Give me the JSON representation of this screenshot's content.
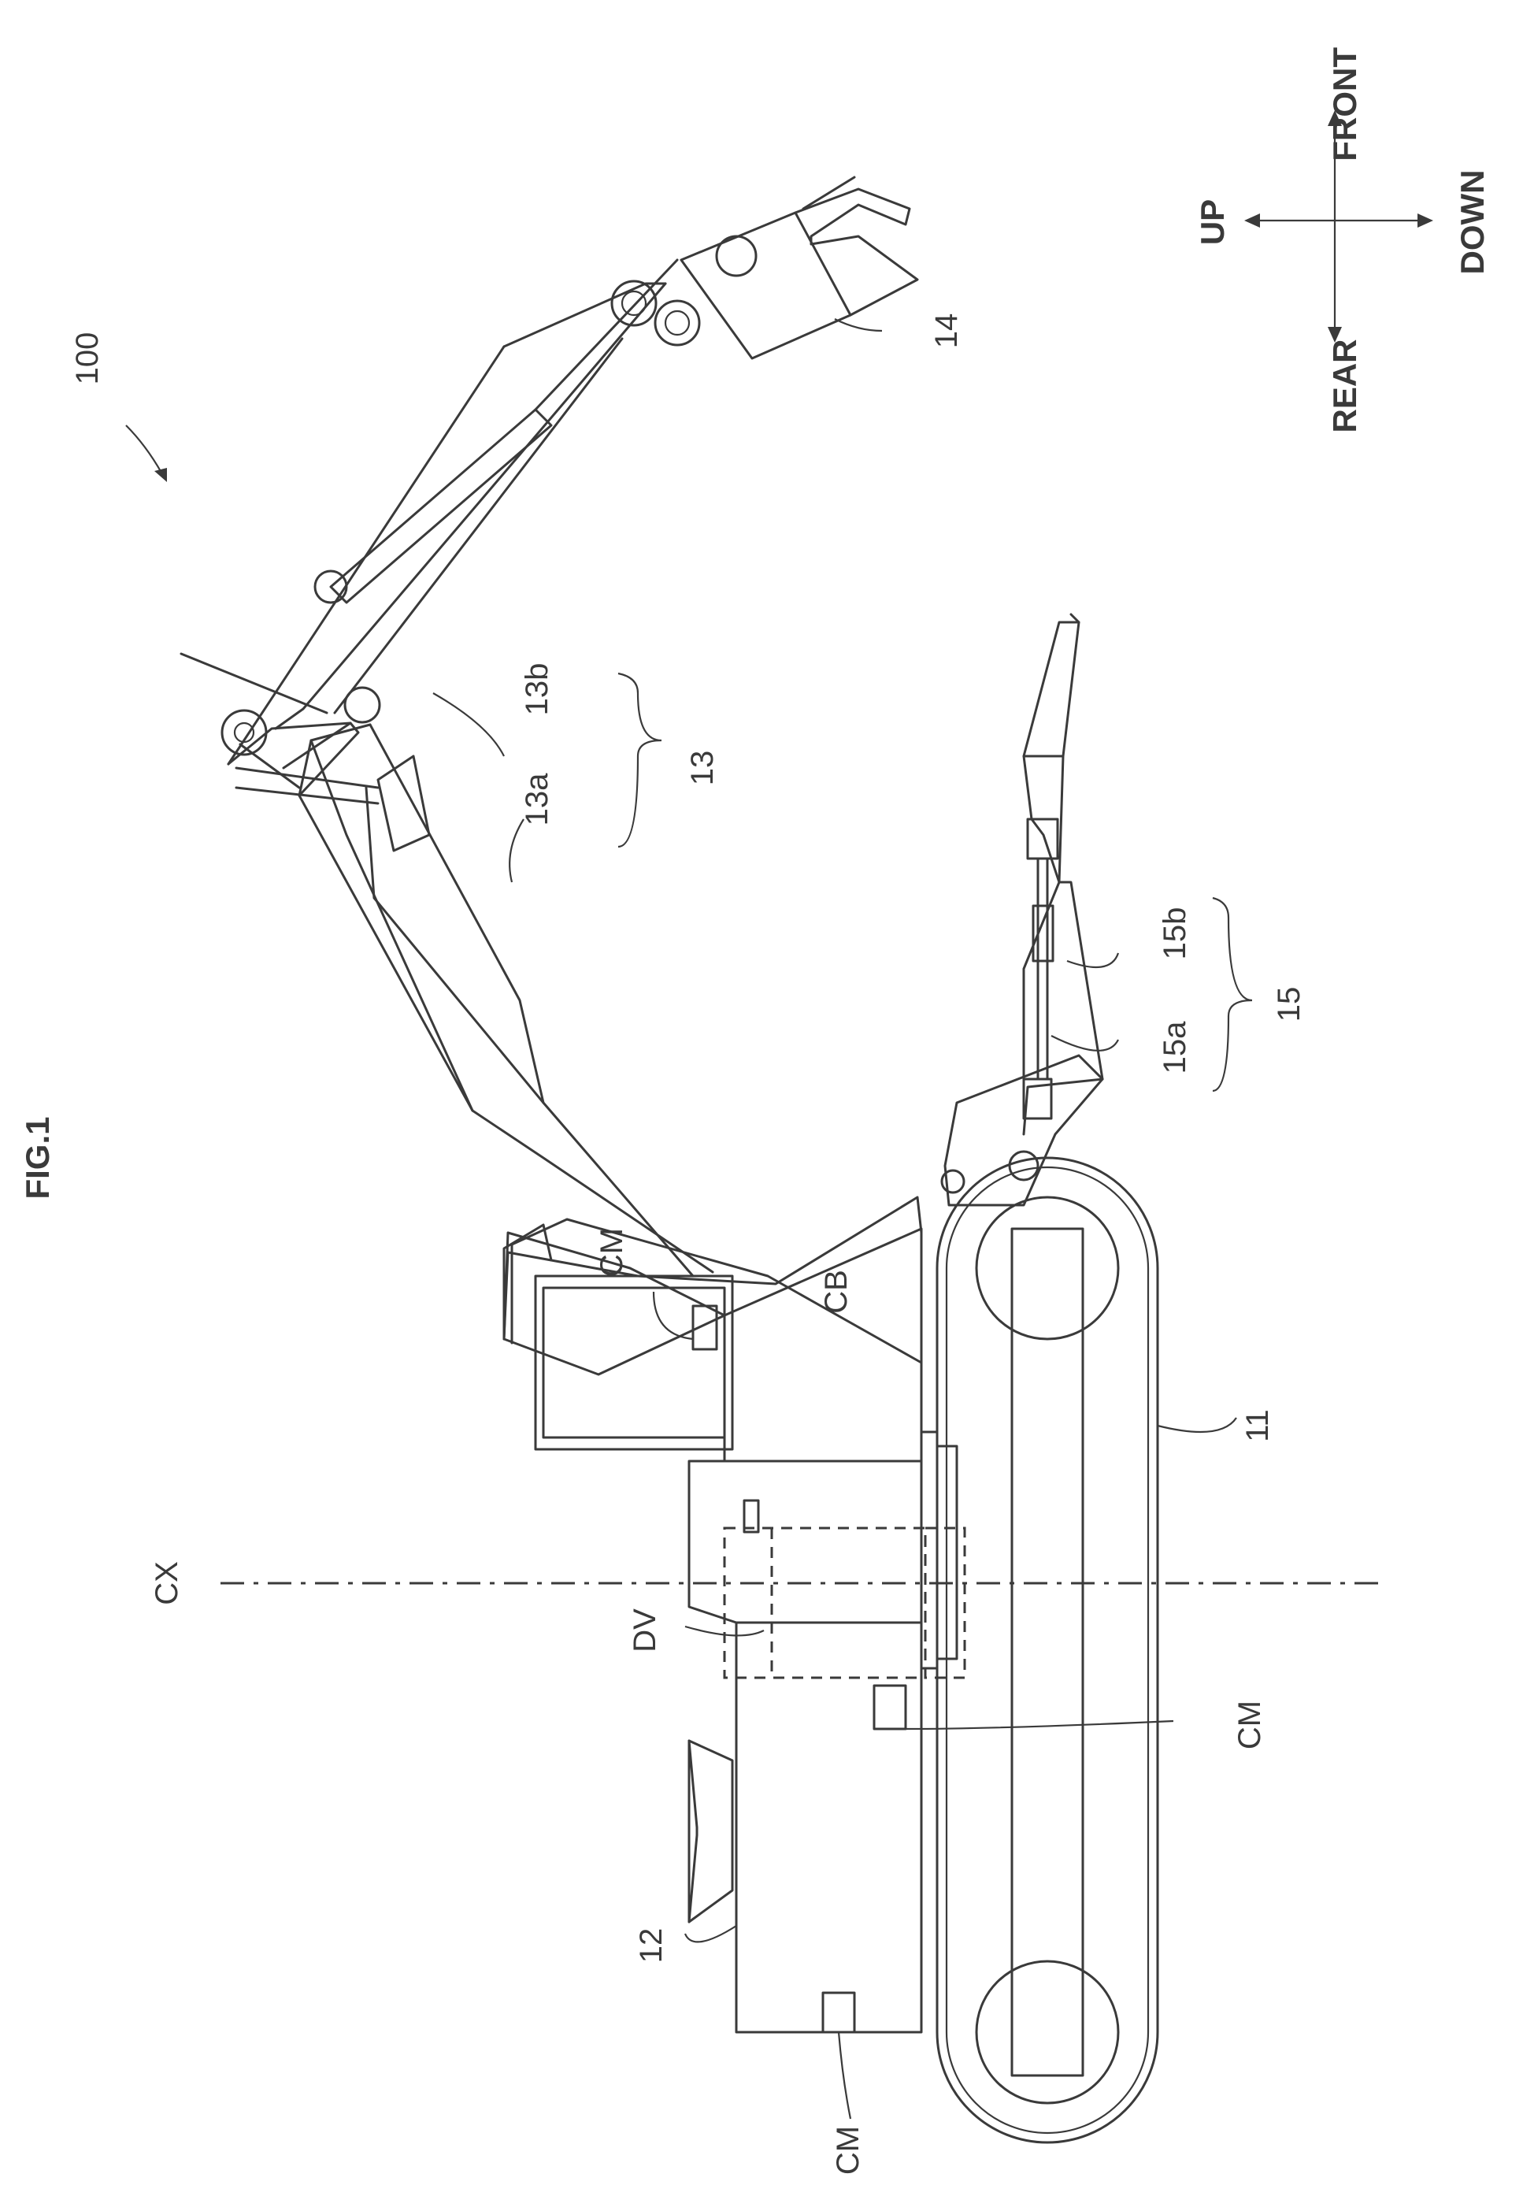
{
  "figure": {
    "title": "FIG.1",
    "device_ref": "100"
  },
  "directions": {
    "up": "UP",
    "down": "DOWN",
    "front": "FRONT",
    "rear": "REAR"
  },
  "labels": {
    "crawler": "11",
    "body": "12",
    "arm": "13",
    "arm_a": "13a",
    "arm_b": "13b",
    "attachment": "14",
    "blade": "15",
    "blade_a": "15a",
    "blade_b": "15b",
    "cab": "CB",
    "axis": "CX",
    "drive": "DV",
    "camera_top": "CM",
    "camera_mid": "CM",
    "camera_bottom": "CM"
  }
}
